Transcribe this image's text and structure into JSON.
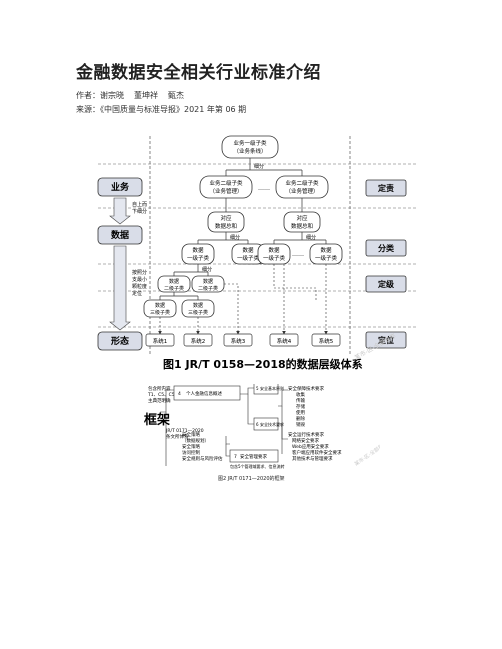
{
  "article": {
    "title": "金融数据安全相关行业标准介绍",
    "author_label": "作者：",
    "authors": [
      "谢宗晓",
      "董坤祥",
      "甄杰"
    ],
    "source_label": "来源：",
    "source": "《中国质量与标准导报》2021 年第 06 期"
  },
  "figure1": {
    "caption": "图1  JR/T 0158—2018的数据层级体系",
    "left_labels": {
      "business": "业务",
      "data": "数据",
      "form": "形态"
    },
    "right_labels": {
      "define_duty": "定责",
      "classify": "分类",
      "grade": "定级",
      "locate": "定位"
    },
    "arrow_texts": {
      "top_down": [
        "自上而",
        "下细分"
      ],
      "granularity": [
        "按照分",
        "支最小",
        "颗粒度",
        "定位"
      ]
    },
    "nodes": {
      "biz_level1": [
        "业务一级子类",
        "（业务条线）"
      ],
      "biz_level2_a": [
        "业务二级子类",
        "（业务管理）"
      ],
      "biz_level2_b": [
        "业务二级子类",
        "（业务管理）"
      ],
      "data_total_a": [
        "对应",
        "数据总和"
      ],
      "data_total_b": [
        "对应",
        "数据总和"
      ],
      "data_l1_a": [
        "数据",
        "一级子类"
      ],
      "data_l1_b": [
        "数据",
        "一级子类"
      ],
      "data_l1_c": [
        "数据",
        "一级子类"
      ],
      "data_l1_d": [
        "数据",
        "一级子类"
      ],
      "data_l2_a": [
        "数据",
        "二级子类"
      ],
      "data_l2_b": [
        "数据",
        "二级子类"
      ],
      "data_l3_a": [
        "数据",
        "三级子类"
      ],
      "data_l3_b": [
        "数据",
        "三级子类"
      ]
    },
    "systems": [
      "系统1",
      "系统2",
      "系统3",
      "系统4",
      "系统5"
    ],
    "edge_labels": {
      "refine": "细分",
      "ellipsis": "……"
    },
    "watermark": "某市-区-全部名称"
  },
  "figure2": {
    "caption": "图2  JR/T 0171—2020的框架",
    "big_label": "框架",
    "left_note": [
      "包含所内容",
      "T1、C5、C5级别",
      "主典范明确"
    ],
    "std_note": [
      "JR/T 0171—2020",
      "条文所体系"
    ],
    "mgmt_list": [
      "安全策略",
      "（数据规划）",
      "安全策略",
      "访问控制",
      "安全规则与风险评估"
    ],
    "box_personal": "个人金融信息概述",
    "box_security_req": "安全基本原则",
    "box_tech_req": "安全技术要求",
    "box_mgmt_req": "安全管理要求",
    "box_num_personal": "4",
    "box_num_security": "5",
    "box_num_tech": "6",
    "box_num_mgmt": "7",
    "mgmt_note": "包含5个管理域要求、信息流转",
    "right_list_1": [
      "安全保障技术要求",
      "收集",
      "传输",
      "存储",
      "使用",
      "删除",
      "销毁"
    ],
    "right_list_2": [
      "安全运行技术要求",
      "网络安全要求",
      "Web应用安全要求",
      "客户端应用软件安全要求",
      "其他技术与管理要求"
    ],
    "watermark": "某市-区-全部名称"
  }
}
